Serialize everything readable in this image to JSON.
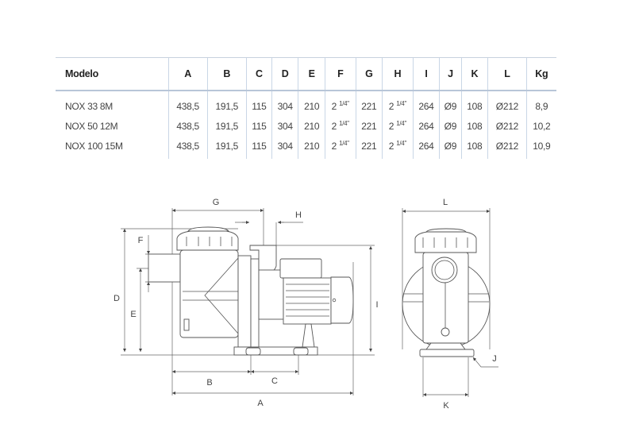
{
  "table": {
    "headers": [
      "Modelo",
      "A",
      "B",
      "C",
      "D",
      "E",
      "F",
      "G",
      "H",
      "I",
      "J",
      "K",
      "L",
      "Kg"
    ],
    "rows": [
      [
        "NOX 33 8M",
        "438,5",
        "191,5",
        "115",
        "304",
        "210",
        "2 1/4\"",
        "221",
        "2 1/4\"",
        "264",
        "Ø9",
        "108",
        "Ø212",
        "8,9"
      ],
      [
        "NOX 50 12M",
        "438,5",
        "191,5",
        "115",
        "304",
        "210",
        "2 1/4\"",
        "221",
        "2 1/4\"",
        "264",
        "Ø9",
        "108",
        "Ø212",
        "10,2"
      ],
      [
        "NOX 100 15M",
        "438,5",
        "191,5",
        "115",
        "304",
        "210",
        "2 1/4\"",
        "221",
        "2 1/4\"",
        "264",
        "Ø9",
        "108",
        "Ø212",
        "10,9"
      ]
    ]
  },
  "drawing": {
    "side_labels": {
      "A": "A",
      "B": "B",
      "C": "C",
      "D": "D",
      "E": "E",
      "F": "F",
      "G": "G",
      "H": "H",
      "I": "I"
    },
    "front_labels": {
      "J": "J",
      "K": "K",
      "L": "L"
    }
  }
}
